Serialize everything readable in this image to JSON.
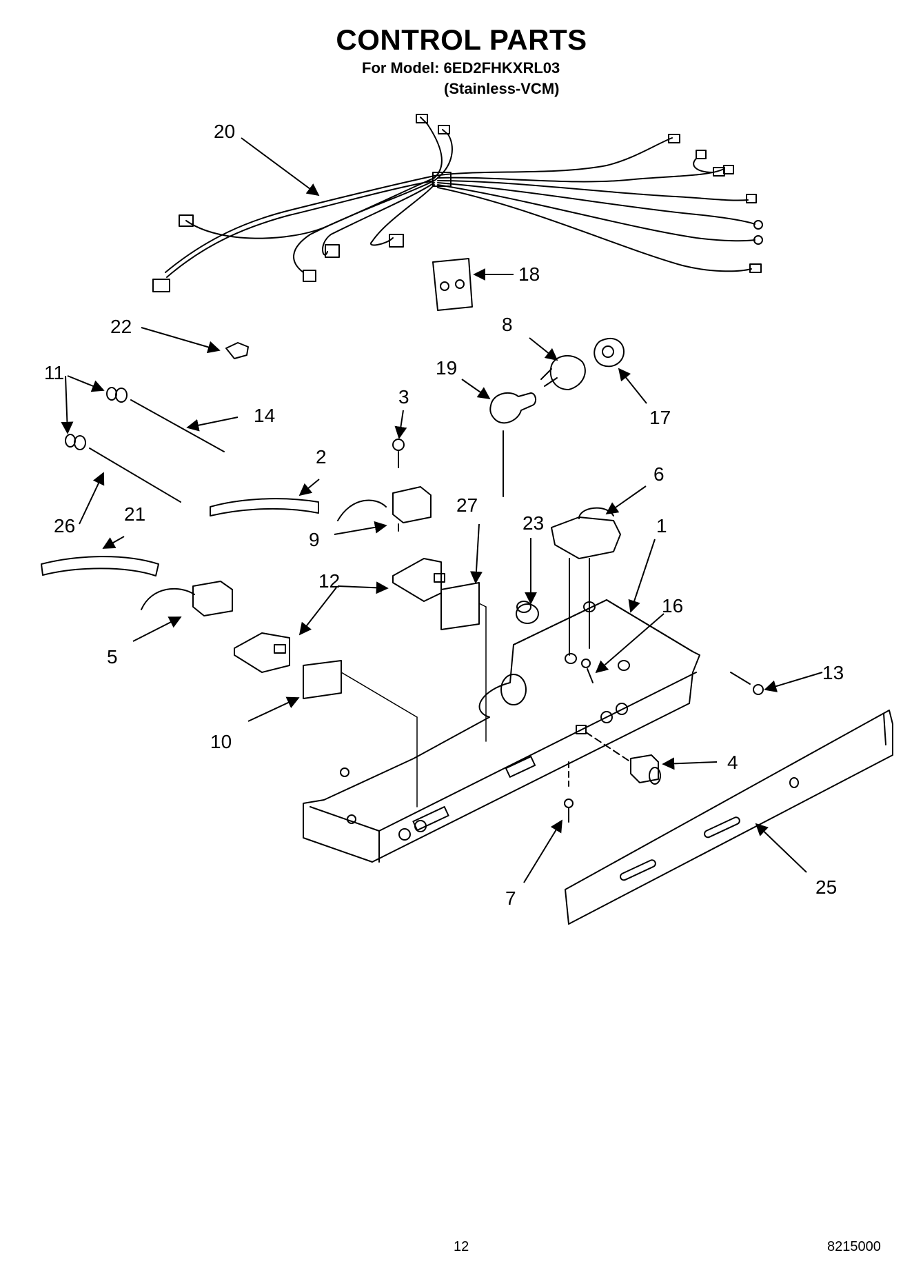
{
  "header": {
    "title": "CONTROL PARTS",
    "model_line": "For Model: 6ED2FHKXRL03",
    "finish": "(Stainless-VCM)"
  },
  "callouts": [
    "20",
    "18",
    "22",
    "8",
    "11",
    "19",
    "17",
    "14",
    "3",
    "6",
    "2",
    "26",
    "21",
    "27",
    "9",
    "23",
    "1",
    "12",
    "16",
    "5",
    "13",
    "10",
    "4",
    "7",
    "25"
  ],
  "footer": {
    "page_number": "12",
    "doc_number": "8215000"
  }
}
